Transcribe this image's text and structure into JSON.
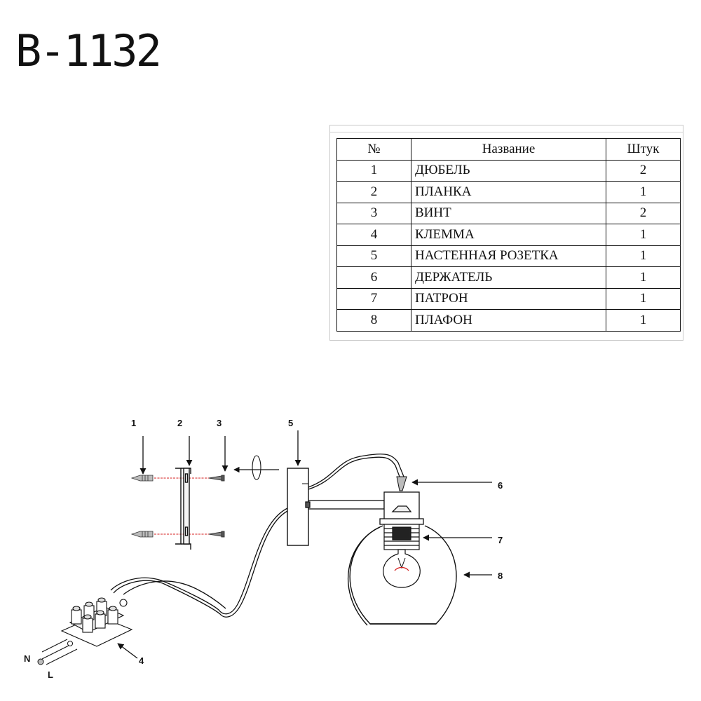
{
  "title": "B-1132",
  "parts_table": {
    "headers": {
      "num": "№",
      "name": "Название",
      "qty": "Штук"
    },
    "rows": [
      {
        "num": "1",
        "name": "ДЮБЕЛЬ",
        "qty": "2"
      },
      {
        "num": "2",
        "name": "ПЛАНКА",
        "qty": "1"
      },
      {
        "num": "3",
        "name": "ВИНТ",
        "qty": "2"
      },
      {
        "num": "4",
        "name": "КЛЕММА",
        "qty": "1"
      },
      {
        "num": "5",
        "name": "НАСТЕННАЯ РОЗЕТКА",
        "qty": "1"
      },
      {
        "num": "6",
        "name": "ДЕРЖАТЕЛЬ",
        "qty": "1"
      },
      {
        "num": "7",
        "name": "ПАТРОН",
        "qty": "1"
      },
      {
        "num": "8",
        "name": "ПЛАФОН",
        "qty": "1"
      }
    ]
  },
  "diagram": {
    "callouts": {
      "c1": "1",
      "c2": "2",
      "c3": "3",
      "c4": "4",
      "c5": "5",
      "c6": "6",
      "c7": "7",
      "c8": "8"
    },
    "terminal_labels": {
      "neutral": "N",
      "live": "L"
    }
  }
}
